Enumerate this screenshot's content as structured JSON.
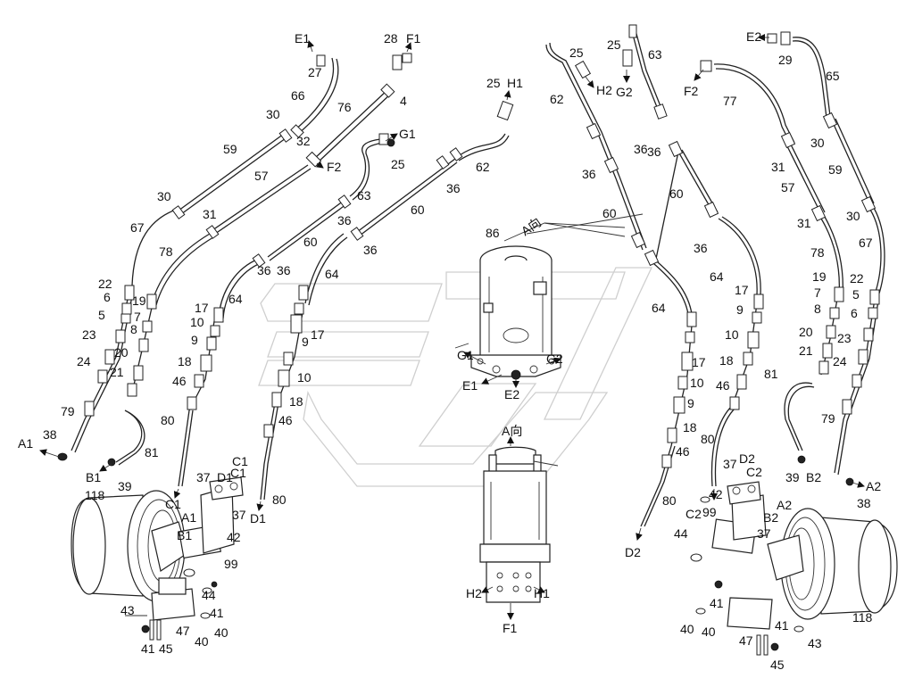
{
  "labels": {
    "l_E1a": "E1",
    "l_27a": "27",
    "l_28": "28",
    "l_F1a": "F1",
    "l_4": "4",
    "l_66": "66",
    "l_76": "76",
    "l_30a": "30",
    "l_32": "32",
    "l_F2a": "F2",
    "l_59a": "59",
    "l_57a": "57",
    "l_G1a": "G1",
    "l_25a": "25",
    "l_63a": "63",
    "l_62a": "62",
    "l_25b": "25",
    "l_H1a": "H1",
    "l_36a": "36",
    "l_36b": "36",
    "l_60a": "60",
    "l_36c": "36",
    "l_30b": "30",
    "l_31a": "31",
    "l_67a": "67",
    "l_78a": "78",
    "l_60b": "60",
    "l_36d": "36",
    "l_36e": "36",
    "l_64a": "64",
    "l_64b": "64",
    "l_22a": "22",
    "l_6a": "6",
    "l_5a": "5",
    "l_19a": "19",
    "l_17a": "17",
    "l_7a": "7",
    "l_8a": "8",
    "l_10a": "10",
    "l_9a": "9",
    "l_23a": "23",
    "l_20a": "20",
    "l_24a": "24",
    "l_21a": "21",
    "l_18a": "18",
    "l_46a": "46",
    "l_9b": "9",
    "l_17b": "17",
    "l_10b": "10",
    "l_18b": "18",
    "l_46b": "46",
    "l_79a": "79",
    "l_80a": "80",
    "l_38a": "38",
    "l_A1a": "A1",
    "l_81a": "81",
    "l_B1a": "B1",
    "l_39a": "39",
    "l_C1a": "C1",
    "l_37a": "37",
    "l_D1a": "D1",
    "l_C1b": "C1",
    "l_37b": "37",
    "l_80b": "80",
    "l_D1b": "D1",
    "l_118a": "118",
    "l_C1c": "C1",
    "l_A1b": "A1",
    "l_B1b": "B1",
    "l_42a": "42",
    "l_99a": "99",
    "l_44a": "44",
    "l_43a": "43",
    "l_41a": "41",
    "l_40a": "40",
    "l_40b": "40",
    "l_47a": "47",
    "l_41b": "41",
    "l_45a": "45",
    "l_86": "86",
    "l_Adir1": "A向",
    "l_G1b": "G1",
    "l_G2b": "G2",
    "l_E1b": "E1",
    "l_E2b": "E2",
    "l_Adir2": "A向",
    "l_H2b": "H2",
    "l_H1b": "H1",
    "l_F1b": "F1",
    "l_25c": "25",
    "l_H2a": "H2",
    "l_25d": "25",
    "l_G2a": "G2",
    "l_63b": "63",
    "l_62b": "62",
    "l_E2a": "E2",
    "l_29": "29",
    "l_65": "65",
    "l_F2b": "F2",
    "l_77": "77",
    "l_36f": "36",
    "l_36g": "36",
    "l_30c": "30",
    "l_59b": "59",
    "l_31b": "31",
    "l_57b": "57",
    "l_60c": "60",
    "l_60d": "60",
    "l_36h": "36",
    "l_31c": "31",
    "l_30d": "30",
    "l_78b": "78",
    "l_67b": "67",
    "l_36i": "36",
    "l_64c": "64",
    "l_19b": "19",
    "l_22b": "22",
    "l_17c": "17",
    "l_7b": "7",
    "l_5b": "5",
    "l_64d": "64",
    "l_9c": "9",
    "l_8b": "8",
    "l_6b": "6",
    "l_10c": "10",
    "l_20b": "20",
    "l_23b": "23",
    "l_21b": "21",
    "l_24b": "24",
    "l_17d": "17",
    "l_18c": "18",
    "l_10d": "10",
    "l_81b": "81",
    "l_46c": "46",
    "l_9d": "9",
    "l_79b": "79",
    "l_18d": "18",
    "l_80c": "80",
    "l_46d": "46",
    "l_39b": "39",
    "l_B2a": "B2",
    "l_A2a": "A2",
    "l_38b": "38",
    "l_D2a": "D2",
    "l_37c": "37",
    "l_C2a": "C2",
    "l_80d": "80",
    "l_C2b": "C2",
    "l_99b": "99",
    "l_42b": "42",
    "l_A2b": "A2",
    "l_B2b": "B2",
    "l_37d": "37",
    "l_44b": "44",
    "l_D2b": "D2",
    "l_41c": "41",
    "l_41d": "41",
    "l_40c": "40",
    "l_40d": "40",
    "l_47b": "47",
    "l_43b": "43",
    "l_118b": "118",
    "l_45b": "45"
  },
  "parts": {
    "swivel_joint": "86",
    "left_travel_motor": "118",
    "right_travel_motor": "118"
  },
  "colors": {
    "ink": "#222222",
    "watermark": "#cfcfcf",
    "background": "#ffffff"
  }
}
